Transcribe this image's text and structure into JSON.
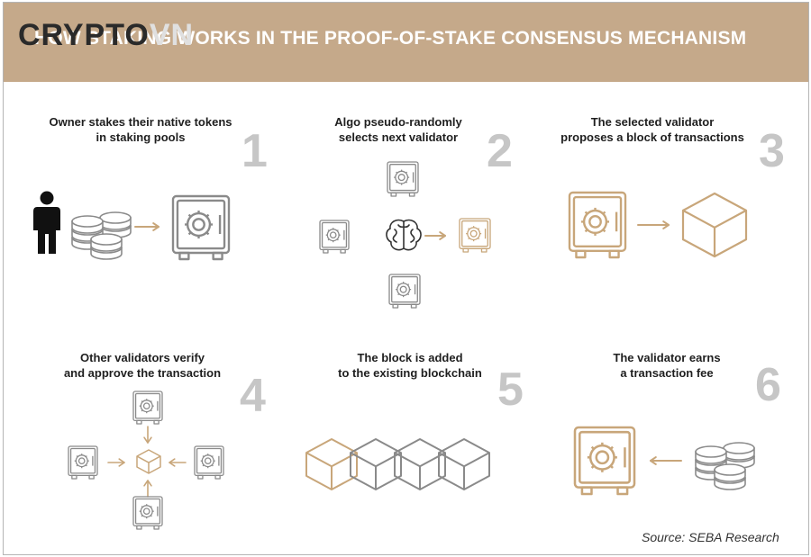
{
  "title": "HOW STAKING WORKS IN THE PROOF-OF-STAKE CONSENSUS MECHANISM",
  "watermark": {
    "part1": "CRYPTO",
    "part2": "VN"
  },
  "steps": [
    {
      "number": "1",
      "line1": "Owner stakes their native tokens",
      "line2": "in staking pools"
    },
    {
      "number": "2",
      "line1": "Algo pseudo-randomly",
      "line2": "selects next validator"
    },
    {
      "number": "3",
      "line1": "The selected validator",
      "line2": "proposes a block of transactions"
    },
    {
      "number": "4",
      "line1": "Other validators verify",
      "line2": "and approve the transaction"
    },
    {
      "number": "5",
      "line1": "The block is added",
      "line2": "to the existing blockchain"
    },
    {
      "number": "6",
      "line1": "The validator earns",
      "line2": "a transaction fee"
    }
  ],
  "source": "Source: SEBA Research",
  "colors": {
    "header": "#c5a98a",
    "gold": "#c8a67a",
    "gray": "#8a8a8a",
    "number": "#c6c6c6",
    "person": "#111111"
  },
  "icons": [
    "person-icon",
    "coin-stack-icon",
    "safe-icon",
    "brain-icon",
    "cube-icon",
    "arrow-icon"
  ]
}
